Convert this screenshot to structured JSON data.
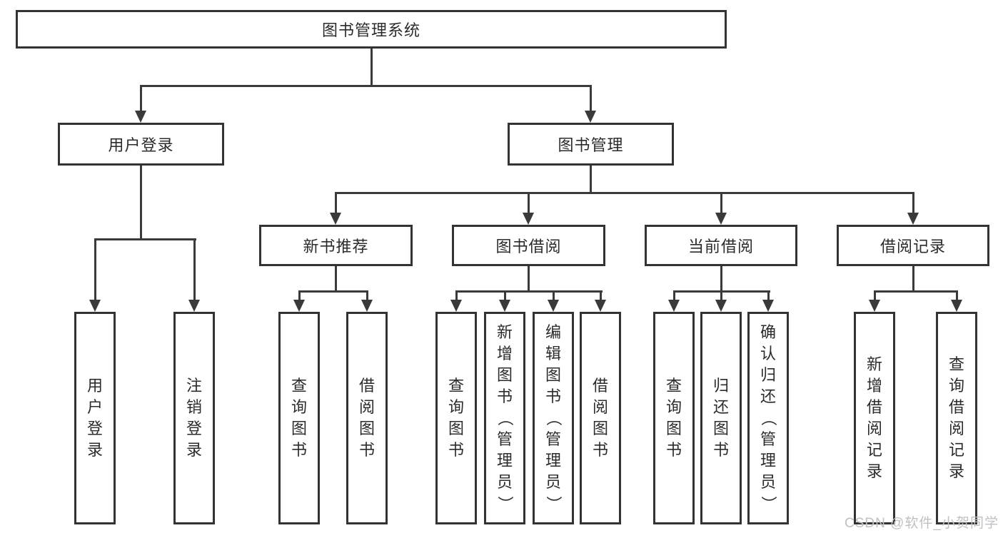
{
  "title": "图书管理系统",
  "diagram": {
    "root": {
      "label": "图书管理系统"
    },
    "branches": [
      {
        "label": "用户登录",
        "children": [
          "用户登录",
          "注销登录"
        ]
      },
      {
        "label": "图书管理",
        "sections": [
          {
            "label": "新书推荐",
            "children": [
              "查询图书",
              "借阅图书"
            ]
          },
          {
            "label": "图书借阅",
            "children": [
              "查询图书",
              "新增图书（管理员）",
              "编辑图书（管理员）",
              "借阅图书"
            ]
          },
          {
            "label": "当前借阅",
            "children": [
              "查询图书",
              "归还图书",
              "确认归还（管理员）"
            ]
          },
          {
            "label": "借阅记录",
            "children": [
              "新增借阅记录",
              "查询借阅记录"
            ]
          }
        ]
      }
    ]
  },
  "watermark": {
    "text": "CSDN @软件_小贺同学",
    "color": "#bfc0c4"
  },
  "colors": {
    "line": "#3a3a3a",
    "box_border": "#333333",
    "text": "#2b2b2b",
    "background": "#ffffff"
  }
}
